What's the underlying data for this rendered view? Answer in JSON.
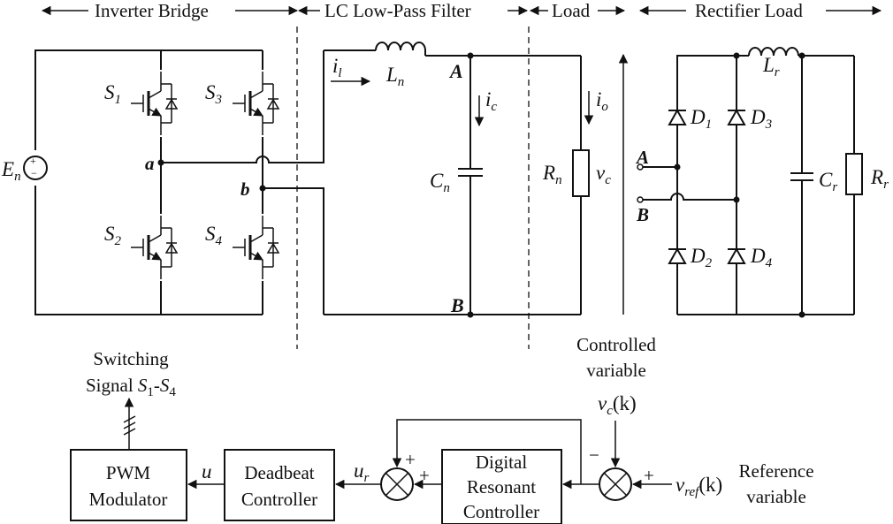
{
  "sections": {
    "inverter_bridge": "Inverter Bridge",
    "lc_filter": "LC Low-Pass Filter",
    "load": "Load",
    "rectifier_load": "Rectifier Load"
  },
  "source": {
    "symbol": "E",
    "sub": "n"
  },
  "switches": [
    {
      "symbol": "S",
      "sub": "1"
    },
    {
      "symbol": "S",
      "sub": "3"
    },
    {
      "symbol": "S",
      "sub": "2"
    },
    {
      "symbol": "S",
      "sub": "4"
    }
  ],
  "nodes": {
    "a": "a",
    "b": "b",
    "A": "A",
    "B": "B"
  },
  "filter": {
    "inductor": {
      "symbol": "L",
      "sub": "n"
    },
    "capacitor": {
      "symbol": "C",
      "sub": "n"
    },
    "il": {
      "symbol": "i",
      "sub": "l"
    },
    "ic": {
      "symbol": "i",
      "sub": "c"
    }
  },
  "load": {
    "resistor": {
      "symbol": "R",
      "sub": "n"
    },
    "io": {
      "symbol": "i",
      "sub": "o"
    },
    "vc": {
      "symbol": "v",
      "sub": "c"
    }
  },
  "rectifier": {
    "inductor": {
      "symbol": "L",
      "sub": "r"
    },
    "capacitor": {
      "symbol": "C",
      "sub": "r"
    },
    "resistor": {
      "symbol": "R",
      "sub": "r"
    },
    "diodes": [
      {
        "symbol": "D",
        "sub": "1"
      },
      {
        "symbol": "D",
        "sub": "3"
      },
      {
        "symbol": "D",
        "sub": "2"
      },
      {
        "symbol": "D",
        "sub": "4"
      }
    ],
    "input_A": "A",
    "input_B": "B"
  },
  "control": {
    "controlled_variable": [
      "Controlled",
      "variable"
    ],
    "switching_signal": {
      "line1": "Switching",
      "prefix": "Signal ",
      "s1": "S",
      "s1_sub": "1",
      "dash": "-",
      "s4": "S",
      "s4_sub": "4"
    },
    "pwm_block": [
      "PWM",
      "Modulator"
    ],
    "deadbeat_block": [
      "Deadbeat",
      "Controller"
    ],
    "resonant_block": [
      "Digital",
      "Resonant",
      "Controller"
    ],
    "u": "u",
    "ur": {
      "symbol": "u",
      "sub": "r"
    },
    "vck": {
      "symbol": "v",
      "sub": "c",
      "arg": "(k)"
    },
    "vref": {
      "symbol": "v",
      "sub": "ref",
      "arg": "(k)"
    },
    "reference_variable": [
      "Reference",
      "variable"
    ],
    "sum1_signs": {
      "top": "+",
      "right": "+"
    },
    "sum2_signs": {
      "top": "−",
      "right": "+"
    }
  }
}
